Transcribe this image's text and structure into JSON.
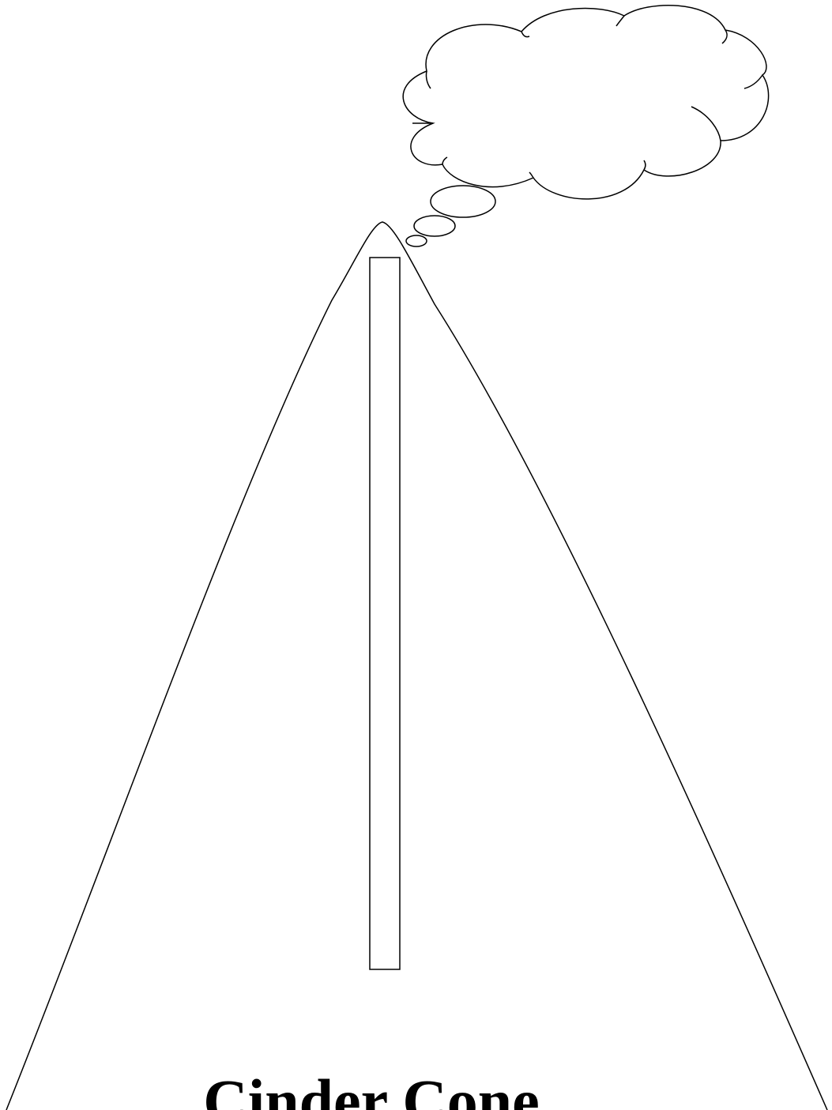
{
  "diagram": {
    "title": "Cinder Cone",
    "shapes": [
      "volcano-cone-outline",
      "central-vent",
      "eruption-cloud",
      "thought-bubble-puffs"
    ],
    "stroke_color": "#000000",
    "background_color": "#ffffff"
  }
}
